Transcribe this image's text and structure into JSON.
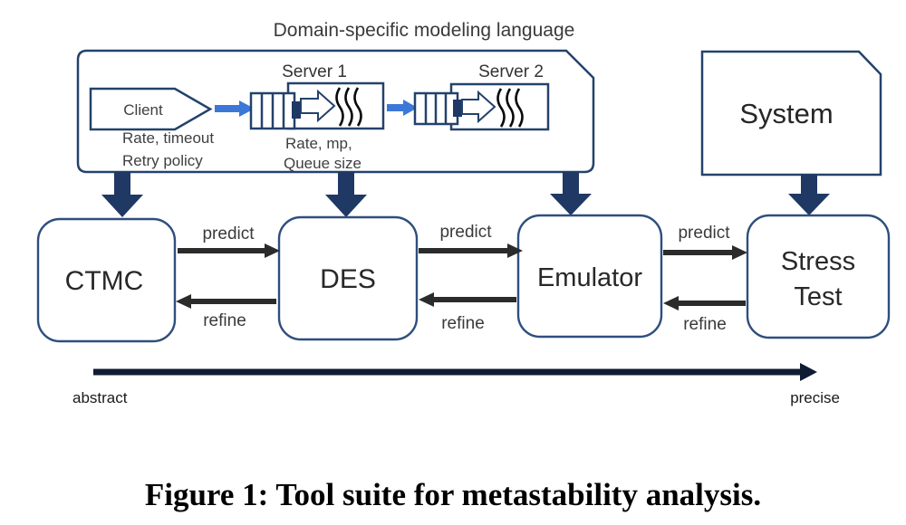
{
  "figure": {
    "caption": "Figure 1: Tool suite for metastability analysis."
  },
  "colors": {
    "navy_fill": "#1f3864",
    "box_border": "#24426b",
    "blue_arrow": "#3c78d8",
    "black_arrow": "#2b2b2b",
    "axis_arrow": "#101c33"
  },
  "dsl": {
    "title": "Domain-specific modeling language",
    "client": {
      "label": "Client",
      "params": [
        "Rate, timeout",
        "Retry policy"
      ]
    },
    "server1": {
      "label": "Server 1",
      "params": [
        "Rate, mp,",
        "Queue size"
      ]
    },
    "server2": {
      "label": "Server 2"
    }
  },
  "system": {
    "label": "System"
  },
  "tools": [
    {
      "label": "CTMC"
    },
    {
      "label": "DES"
    },
    {
      "label": "Emulator"
    },
    {
      "label": "Stress",
      "label2": "Test"
    }
  ],
  "edges": [
    {
      "predict": "predict",
      "refine": "refine"
    },
    {
      "predict": "predict",
      "refine": "refine"
    },
    {
      "predict": "predict",
      "refine": "refine"
    }
  ],
  "axis": {
    "left": "abstract",
    "right": "precise"
  }
}
